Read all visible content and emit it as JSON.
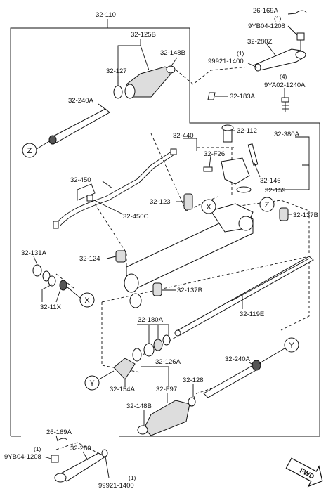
{
  "labels": {
    "p32_110": "32-110",
    "p26_169a_top": "26-169A",
    "q1_top": "(1)",
    "p9yb04_top": "9YB04-1208",
    "p32_125b": "32-125B",
    "p32_148b_top": "32-148B",
    "p32_280z": "32-280Z",
    "q1_99921_top": "(1)",
    "p99921_top": "99921-1400",
    "p32_127": "32-127",
    "q4": "(4)",
    "p9ya02": "9YA02-1240A",
    "p32_183a": "32-183A",
    "p32_240a_top": "32-240A",
    "p32_440": "32-440",
    "p32_112": "32-112",
    "p32_380a": "32-380A",
    "p32_f26": "32-F26",
    "p32_450": "32-450",
    "p32_146": "32-146",
    "p32_159": "32-159",
    "p32_123": "32-123",
    "p32_450c": "32-450C",
    "p32_137b_right": "32-137B",
    "p32_131a": "32-131A",
    "p32_124": "32-124",
    "p32_137b_mid": "32-137B",
    "p32_11x": "32-11X",
    "p32_119e": "32-119E",
    "p32_180a": "32-180A",
    "p32_126a": "32-126A",
    "p32_240a_bot": "32-240A",
    "p32_128": "32-128",
    "p32_154a": "32-154A",
    "p32_f97": "32-F97",
    "p32_148b_bot": "32-148B",
    "p26_169a_bot": "26-169A",
    "p32_280": "32-280",
    "q1_bot": "(1)",
    "p9yb04_bot": "9YB04-1208",
    "q1_99921_bot": "(1)",
    "p99921_bot": "99921-1400"
  },
  "callouts": {
    "z": "Z",
    "x": "X",
    "y": "Y"
  },
  "fwd_label": "FWD"
}
